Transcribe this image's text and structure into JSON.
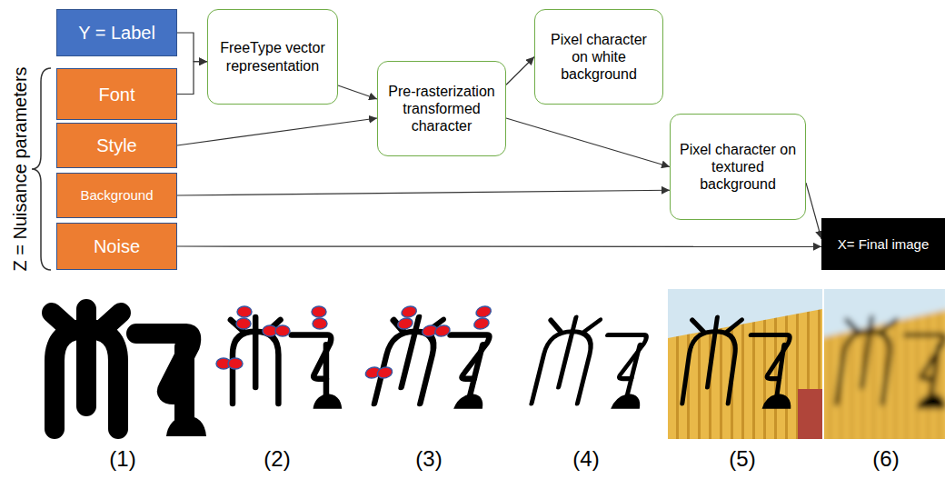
{
  "diagram": {
    "nodes": [
      {
        "text": [
          "Y = Label"
        ]
      },
      {
        "text": [
          "Font"
        ]
      },
      {
        "text": [
          "Style"
        ]
      },
      {
        "text": [
          "Background"
        ]
      },
      {
        "text": [
          "Noise"
        ]
      },
      {
        "text": [
          "FreeType vector representation"
        ]
      },
      {
        "text": [
          "Pre-rasterization transformed character"
        ]
      },
      {
        "text": [
          "Pixel character on white background"
        ]
      },
      {
        "text": [
          "Pixel character on textured background"
        ]
      },
      {
        "text": [
          "X= Final image"
        ]
      }
    ],
    "edges": [
      {
        "from": 0,
        "to": 5,
        "arrow": "to"
      },
      {
        "from": 1,
        "to": 5,
        "arrow": "to"
      },
      {
        "from": 5,
        "to": 6,
        "arrow": "to"
      },
      {
        "from": 2,
        "to": 6,
        "arrow": "to"
      },
      {
        "from": 6,
        "to": 7,
        "arrow": "to"
      },
      {
        "from": 6,
        "to": 8,
        "arrow": "to"
      },
      {
        "from": 3,
        "to": 8,
        "arrow": "to"
      },
      {
        "from": 8,
        "to": 9,
        "arrow": "to"
      },
      {
        "from": 4,
        "to": 9,
        "arrow": "to"
      }
    ],
    "labels": [
      "Z = Nuisance parameters",
      "(1)",
      "(2)",
      "(3)",
      "(4)",
      "(5)",
      "(6)"
    ]
  }
}
